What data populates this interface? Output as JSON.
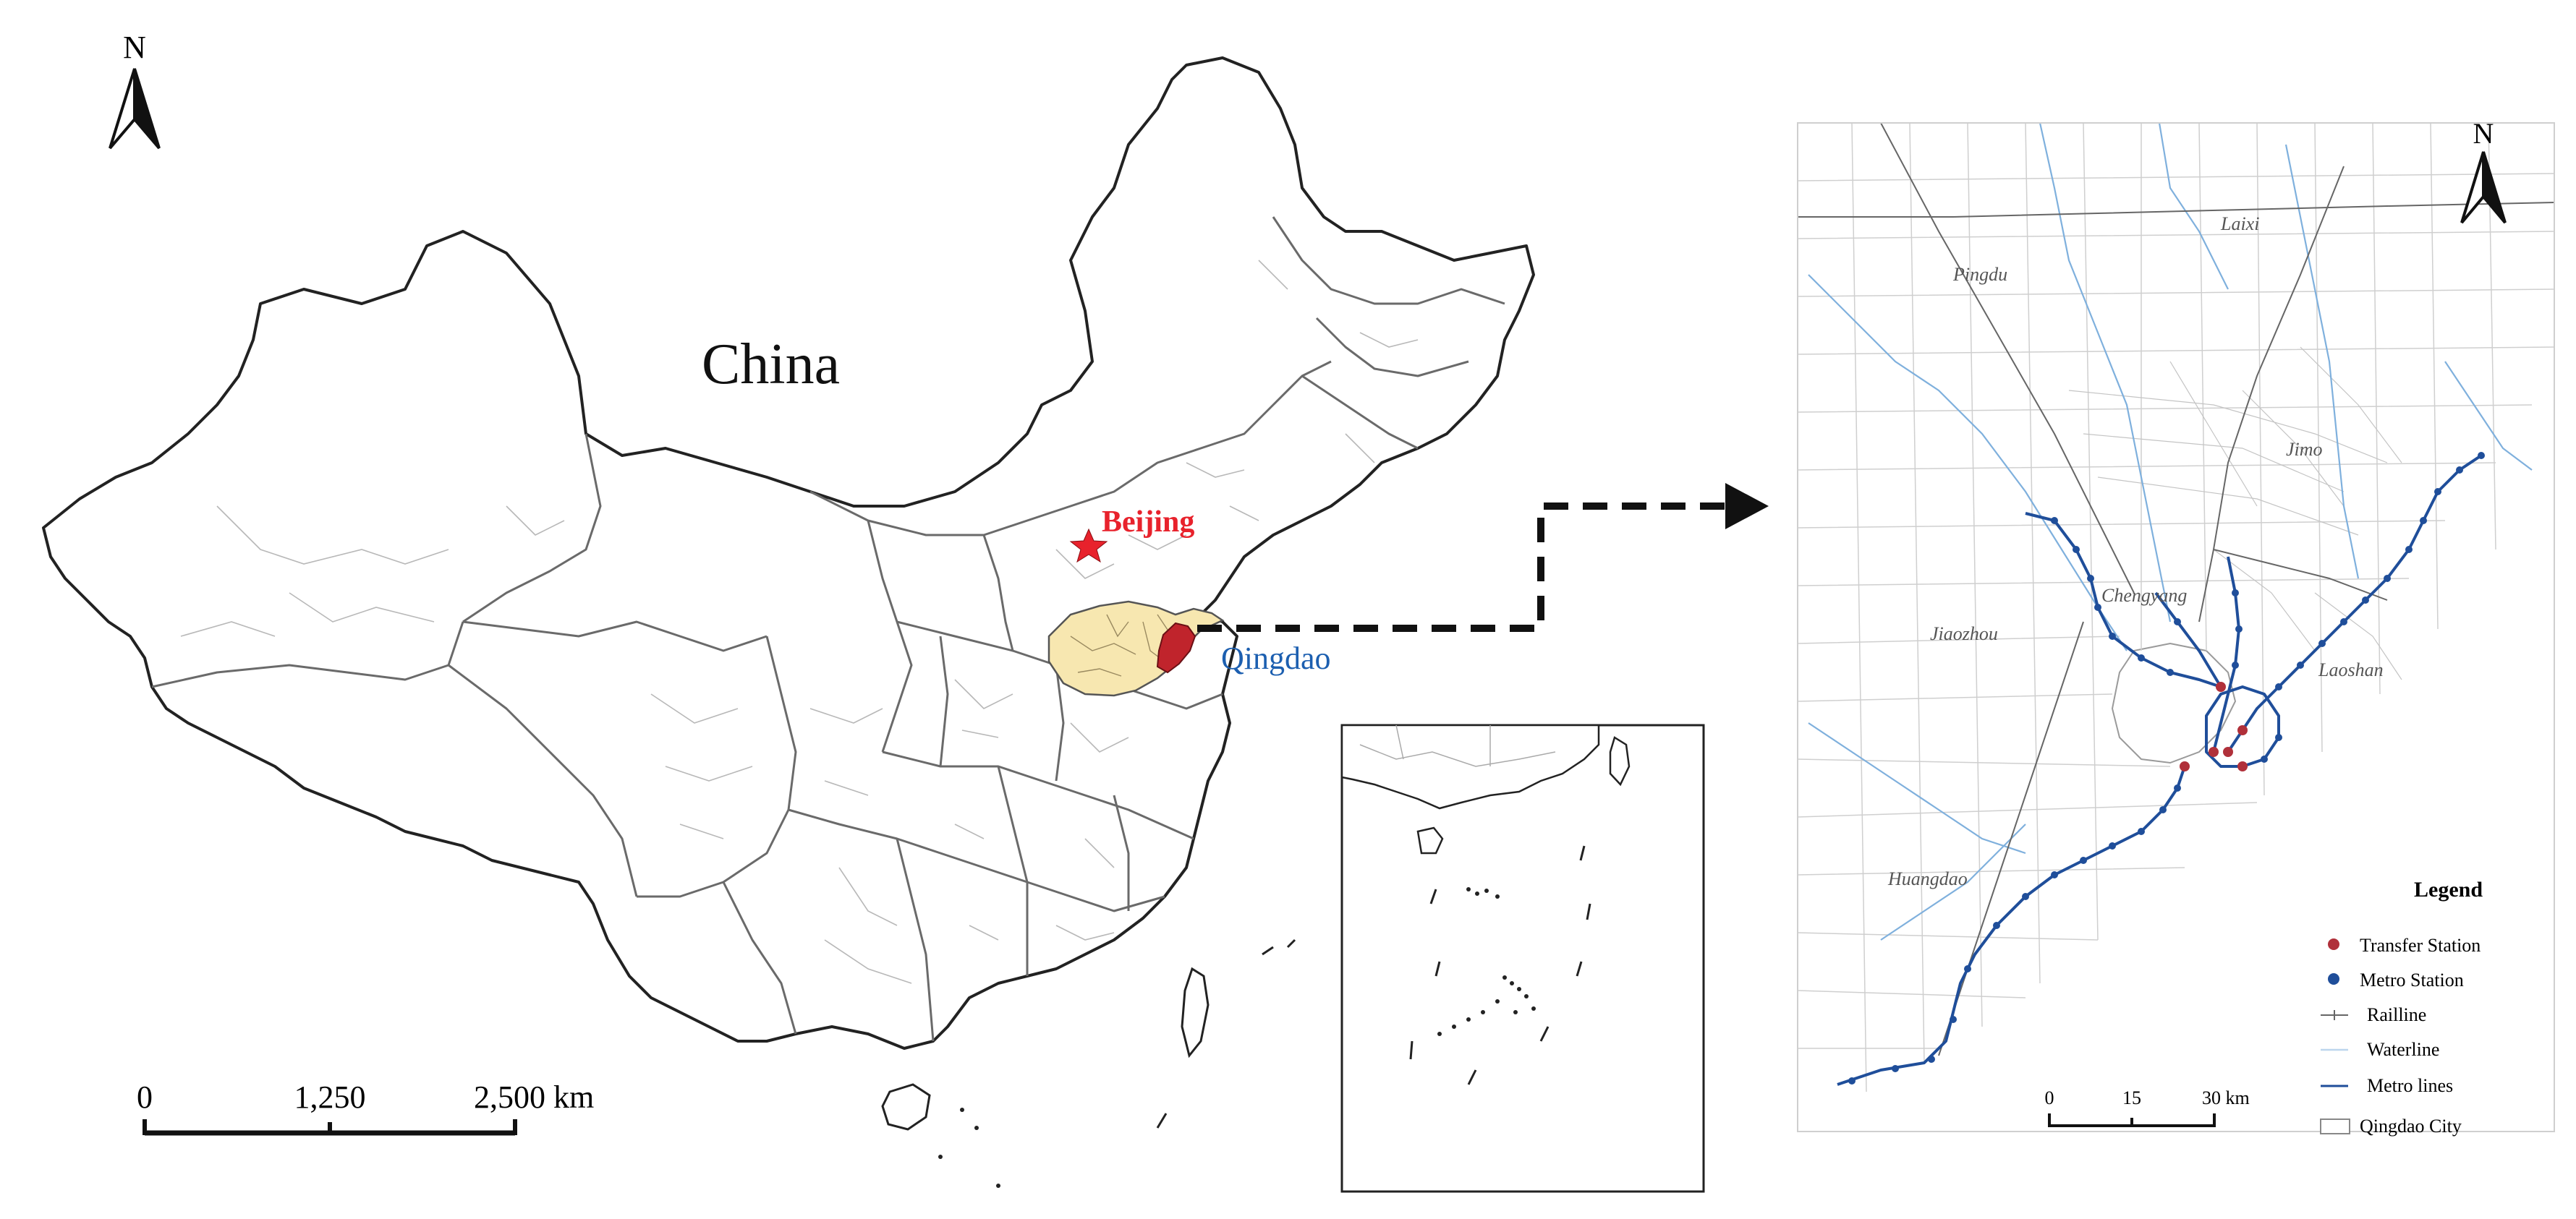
{
  "left_map": {
    "north": "N",
    "country_label": "China",
    "capital_label": "Beijing",
    "city_label": "Qingdao",
    "scale_ticks": [
      "0",
      "1,250",
      "2,500 km"
    ]
  },
  "right_map": {
    "north": "N",
    "place_labels": [
      "Laixi",
      "Pingdu",
      "Jimo",
      "Chengyang",
      "Jiaozhou",
      "Laoshan",
      "Huangdao"
    ],
    "scale_ticks": [
      "0",
      "15",
      "30 km"
    ],
    "legend": {
      "title": "Legend",
      "items": [
        {
          "label": "Transfer Station",
          "symbol": "dot",
          "color": "#b0303a"
        },
        {
          "label": "Metro Station",
          "symbol": "dot",
          "color": "#1f4e9a"
        },
        {
          "label": "Railline",
          "symbol": "rail",
          "color": "#666666"
        },
        {
          "label": "Waterline",
          "symbol": "line",
          "color": "#bcd6ee"
        },
        {
          "label": "Metro lines",
          "symbol": "line",
          "color": "#1f4e9a"
        },
        {
          "label": "Qingdao City",
          "symbol": "box",
          "color": "#888888"
        }
      ]
    }
  },
  "colors": {
    "outline": "#222222",
    "internal_border": "#9a9a9a",
    "shandong_fill": "#f7e7b0",
    "qingdao_fill": "#c0242c",
    "capital_color": "#e8222c",
    "city_label_color": "#1c5fb0",
    "metro": "#1f4e9a",
    "transfer": "#b0303a",
    "water": "#7fb0dd",
    "road": "#cfcfcf"
  }
}
